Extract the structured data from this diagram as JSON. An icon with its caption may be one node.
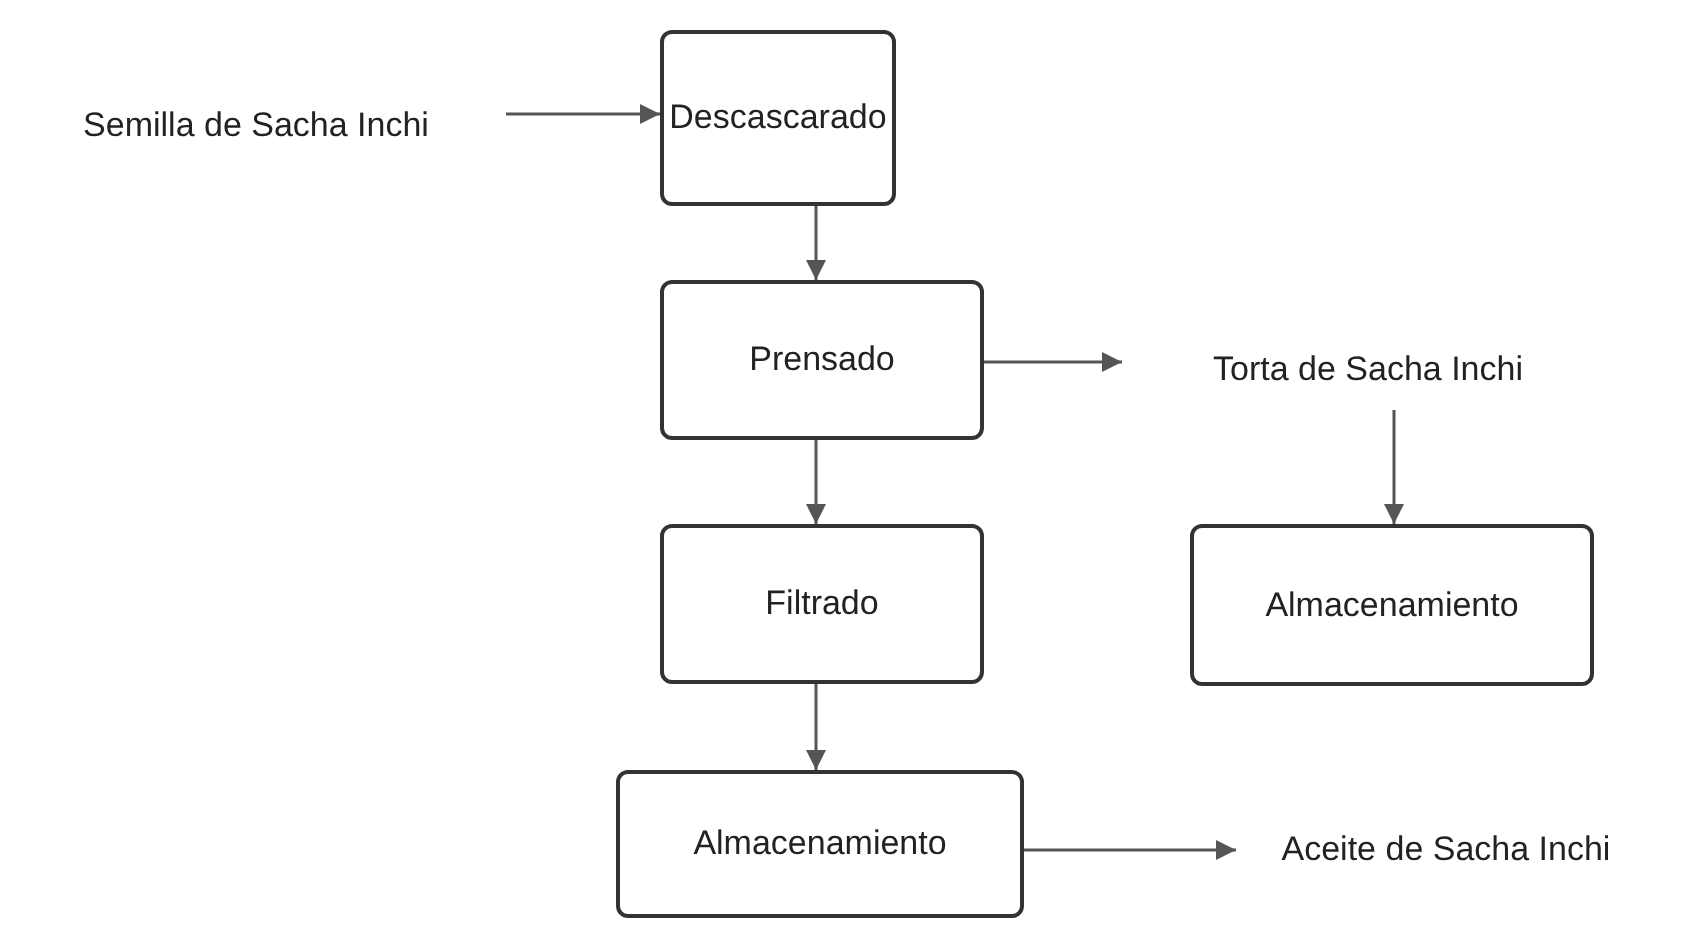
{
  "diagram": {
    "nodes": [
      {
        "text": [
          "Semilla de Sacha Inchi"
        ]
      },
      {
        "text": [
          "Descascarado"
        ]
      },
      {
        "text": [
          "Prensado"
        ]
      },
      {
        "text": [
          "Torta de Sacha Inchi"
        ]
      },
      {
        "text": [
          "Almacenamiento"
        ]
      },
      {
        "text": [
          "Filtrado"
        ]
      },
      {
        "text": [
          "Almacenamiento"
        ]
      },
      {
        "text": [
          "Aceite de Sacha Inchi"
        ]
      }
    ],
    "edges": [
      {
        "from": 0,
        "to": 1,
        "arrow": "to"
      },
      {
        "from": 1,
        "to": 2,
        "arrow": "to"
      },
      {
        "from": 2,
        "to": 3,
        "arrow": "to"
      },
      {
        "from": 3,
        "to": 4,
        "arrow": "to"
      },
      {
        "from": 2,
        "to": 5,
        "arrow": "to"
      },
      {
        "from": 5,
        "to": 6,
        "arrow": "to"
      },
      {
        "from": 6,
        "to": 7,
        "arrow": "to"
      }
    ]
  }
}
